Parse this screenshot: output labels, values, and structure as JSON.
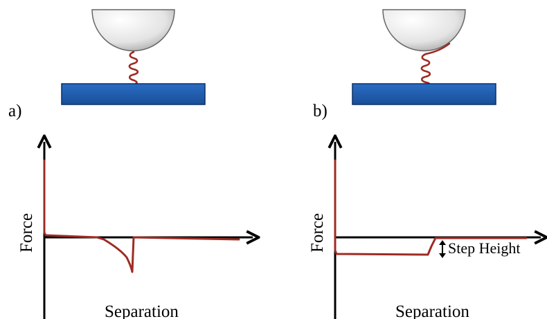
{
  "panels": {
    "a": {
      "label": "a)",
      "y_axis_label": "Force",
      "x_axis_label": "Separation"
    },
    "b": {
      "label": "b)",
      "y_axis_label": "Force",
      "x_axis_label": "Separation",
      "annotation": "Step Height"
    }
  },
  "colors": {
    "tip_fill": "#e8e8e8",
    "tip_stroke": "#555555",
    "substrate": "#1f5fb3",
    "substrate_edge": "#0c2f66",
    "molecule": "#9e2b23",
    "axis": "#000000"
  }
}
